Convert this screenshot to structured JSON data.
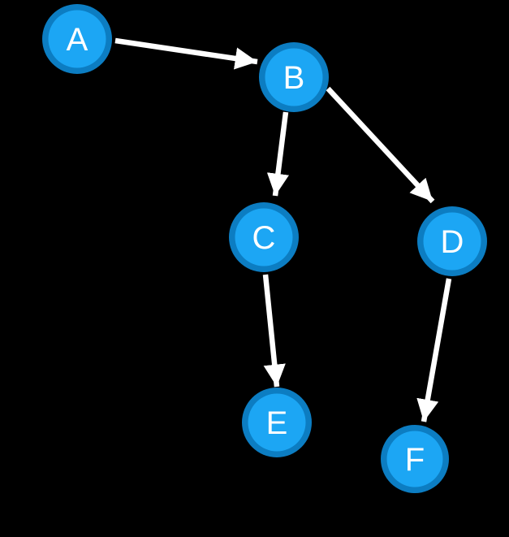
{
  "diagram": {
    "type": "directed-graph",
    "background": "#000000"
  },
  "colors": {
    "background": "#000000",
    "node_core": "#1CA6F4",
    "node_ring": "#0C7DC2",
    "edge": "#FFFFFF",
    "label": "#FFFFFF"
  },
  "graph": {
    "nodes": [
      {
        "id": "A",
        "label": "A"
      },
      {
        "id": "B",
        "label": "B"
      },
      {
        "id": "C",
        "label": "C"
      },
      {
        "id": "D",
        "label": "D"
      },
      {
        "id": "E",
        "label": "E"
      },
      {
        "id": "F",
        "label": "F"
      }
    ],
    "edges": [
      {
        "from": "A",
        "to": "B"
      },
      {
        "from": "B",
        "to": "C"
      },
      {
        "from": "B",
        "to": "D"
      },
      {
        "from": "C",
        "to": "E"
      },
      {
        "from": "D",
        "to": "F"
      }
    ]
  }
}
